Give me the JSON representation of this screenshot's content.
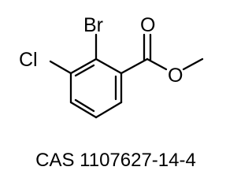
{
  "molecule": {
    "atoms": {
      "bromine": "Br",
      "chlorine": "Cl",
      "carbonyl_oxygen": "O",
      "ester_oxygen": "O"
    }
  },
  "caption": {
    "text": "CAS 1107627-14-4"
  }
}
